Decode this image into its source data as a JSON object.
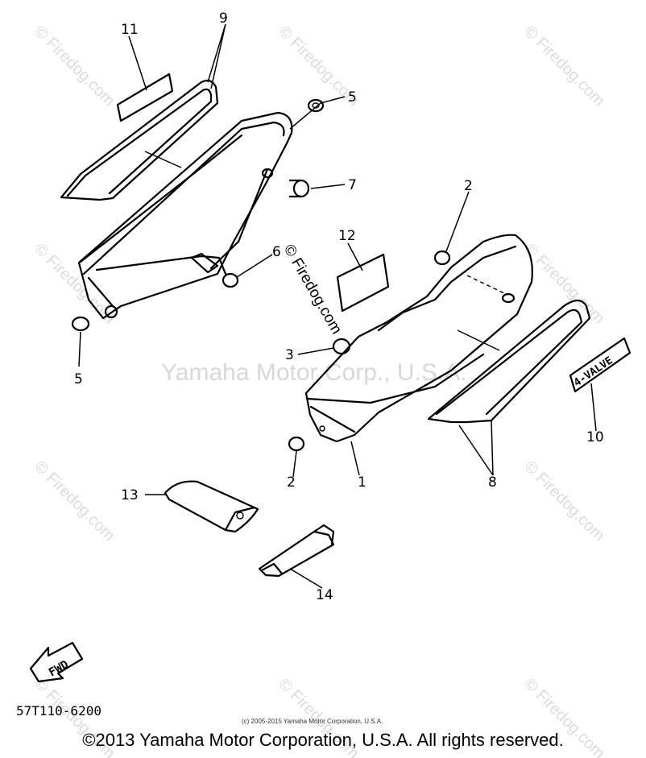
{
  "diagram": {
    "part_code": "57T110-6200",
    "small_copyright": "(c) 2005-2015 Yamaha Motor Corporation, U.S.A.",
    "copyright": "©2013 Yamaha Motor Corporation, U.S.A. All rights reserved.",
    "center_watermark": "Yamaha Motor Corp., U.S.A.",
    "watermark": "© Firedog.com",
    "fwd_label": "FWD",
    "emblem_text": "4-VALVE",
    "callouts": {
      "c1": "1",
      "c2a": "2",
      "c2b": "2",
      "c3": "3",
      "c5a": "5",
      "c5b": "5",
      "c6": "6",
      "c7": "7",
      "c8": "8",
      "c9": "9",
      "c10": "10",
      "c11": "11",
      "c12": "12",
      "c13": "13",
      "c14": "14"
    }
  }
}
